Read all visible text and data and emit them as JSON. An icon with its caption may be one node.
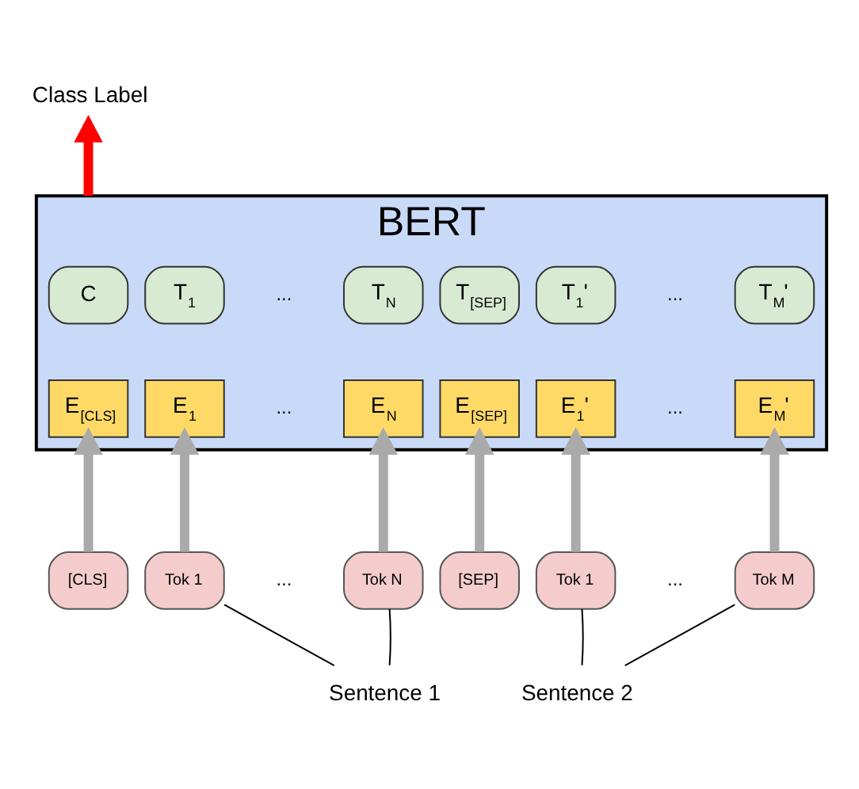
{
  "diagram": {
    "nodes": [
      {
        "text": [
          "BERT"
        ]
      },
      {
        "text": [
          "C"
        ],
        "in": 0
      },
      {
        "text": [
          "T$_{1}$"
        ],
        "in": 0
      },
      {
        "text": [
          "T$_{N}$"
        ],
        "in": 0
      },
      {
        "text": [
          "T$_{[SEP]}$"
        ],
        "in": 0
      },
      {
        "text": [
          "T$_{1}$'"
        ],
        "in": 0
      },
      {
        "text": [
          "T$_{M}$'"
        ],
        "in": 0
      },
      {
        "text": [
          "E$_{[CLS]}$"
        ],
        "in": 0
      },
      {
        "text": [
          "E$_{1}$"
        ],
        "in": 0
      },
      {
        "text": [
          "E$_{N}$"
        ],
        "in": 0
      },
      {
        "text": [
          "E$_{[SEP]}$"
        ],
        "in": 0
      },
      {
        "text": [
          "E$_{1}$'"
        ],
        "in": 0
      },
      {
        "text": [
          "E$_{M}$'"
        ],
        "in": 0
      },
      {
        "text": [
          "[CLS]"
        ]
      },
      {
        "text": [
          "Tok 1"
        ]
      },
      {
        "text": [
          "Tok N"
        ]
      },
      {
        "text": [
          "[SEP]"
        ]
      },
      {
        "text": [
          "Tok 1"
        ]
      },
      {
        "text": [
          "Tok M"
        ]
      },
      {
        "text": [
          "Class Label"
        ]
      },
      {
        "text": [
          "Sentence 1"
        ]
      },
      {
        "text": [
          "Sentence 2"
        ]
      }
    ],
    "edges": [
      {
        "from": 0,
        "to": 19,
        "arrow": "to",
        "color": "#ff0000"
      },
      {
        "from": 13,
        "to": 7,
        "arrow": "to"
      },
      {
        "from": 14,
        "to": 8,
        "arrow": "to"
      },
      {
        "from": 15,
        "to": 9,
        "arrow": "to"
      },
      {
        "from": 16,
        "to": 10,
        "arrow": "to"
      },
      {
        "from": 17,
        "to": 11,
        "arrow": "to"
      },
      {
        "from": 18,
        "to": 12,
        "arrow": "to"
      },
      {
        "from": 14,
        "to": 20,
        "arrow": "none",
        "color": "#000000"
      },
      {
        "from": 15,
        "to": 20,
        "arrow": "none",
        "color": "#000000"
      },
      {
        "from": 17,
        "to": 21,
        "arrow": "none",
        "color": "#000000"
      },
      {
        "from": 18,
        "to": 21,
        "arrow": "none",
        "color": "#000000"
      }
    ],
    "labels": [
      "...",
      "...",
      "...",
      "...",
      "...",
      "..."
    ]
  }
}
